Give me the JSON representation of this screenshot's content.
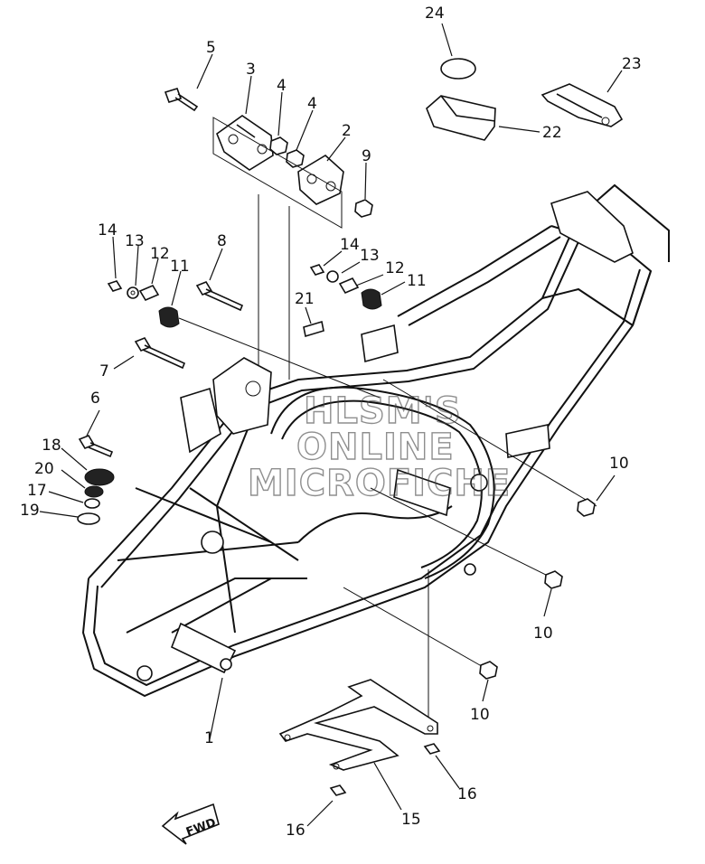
{
  "callouts": [
    "1",
    "2",
    "3",
    "4",
    "5",
    "6",
    "7",
    "8",
    "9",
    "10",
    "11",
    "12",
    "13",
    "14",
    "15",
    "16",
    "17",
    "18",
    "19",
    "20",
    "21",
    "22",
    "23",
    "24"
  ],
  "labels": {
    "n24": "24",
    "n23": "23",
    "n22": "22",
    "n5": "5",
    "n3": "3",
    "n4a": "4",
    "n4b": "4",
    "n2": "2",
    "n9": "9",
    "n14a": "14",
    "n13a": "13",
    "n12a": "12",
    "n11a": "11",
    "n8": "8",
    "n14b": "14",
    "n13b": "13",
    "n12b": "12",
    "n11b": "11",
    "n21": "21",
    "n7": "7",
    "n6": "6",
    "n18": "18",
    "n20": "20",
    "n17": "17",
    "n19": "19",
    "n10a": "10",
    "n10b": "10",
    "n10c": "10",
    "n1": "1",
    "n15": "15",
    "n16a": "16",
    "n16b": "16"
  },
  "watermark": {
    "line1": "HLSM'S",
    "line2": "ONLINE",
    "line3": "MICROFICHE"
  },
  "direction_arrow": "FWD"
}
